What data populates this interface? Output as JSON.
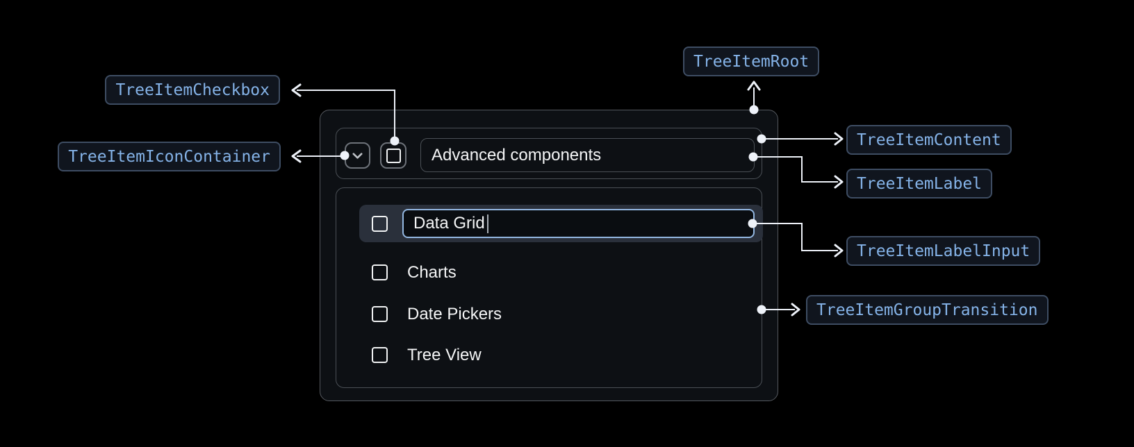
{
  "annotations": {
    "root": "TreeItemRoot",
    "checkbox": "TreeItemCheckbox",
    "icon_container": "TreeItemIconContainer",
    "content": "TreeItemContent",
    "label": "TreeItemLabel",
    "label_input": "TreeItemLabelInput",
    "group_transition": "TreeItemGroupTransition"
  },
  "tree": {
    "parent": {
      "label": "Advanced components",
      "expanded": true,
      "checkbox_checked": false
    },
    "children": [
      {
        "label": "Data Grid",
        "editing": true,
        "input_value": "Data Grid",
        "checkbox_checked": false
      },
      {
        "label": "Charts",
        "checkbox_checked": false
      },
      {
        "label": "Date Pickers",
        "checkbox_checked": false
      },
      {
        "label": "Tree View",
        "checkbox_checked": false
      }
    ]
  },
  "icons": {
    "expand": "chevron-down-icon",
    "checkbox": "checkbox-unchecked-icon"
  },
  "colors": {
    "page_bg": "#000000",
    "panel_bg": "#0d1014",
    "panel_border": "#55595f",
    "inner_border": "#4b5056",
    "icon_box_border": "#6e737a",
    "text_white": "#f4f5f6",
    "row_highlight_bg": "#2a303b",
    "input_accent_border": "#94b8e2",
    "caret": "#a9afb6",
    "annotation_text": "#85b3e8",
    "annotation_bg": "#10151e",
    "annotation_border": "#3e4d63",
    "connector": "#eef2f9"
  }
}
